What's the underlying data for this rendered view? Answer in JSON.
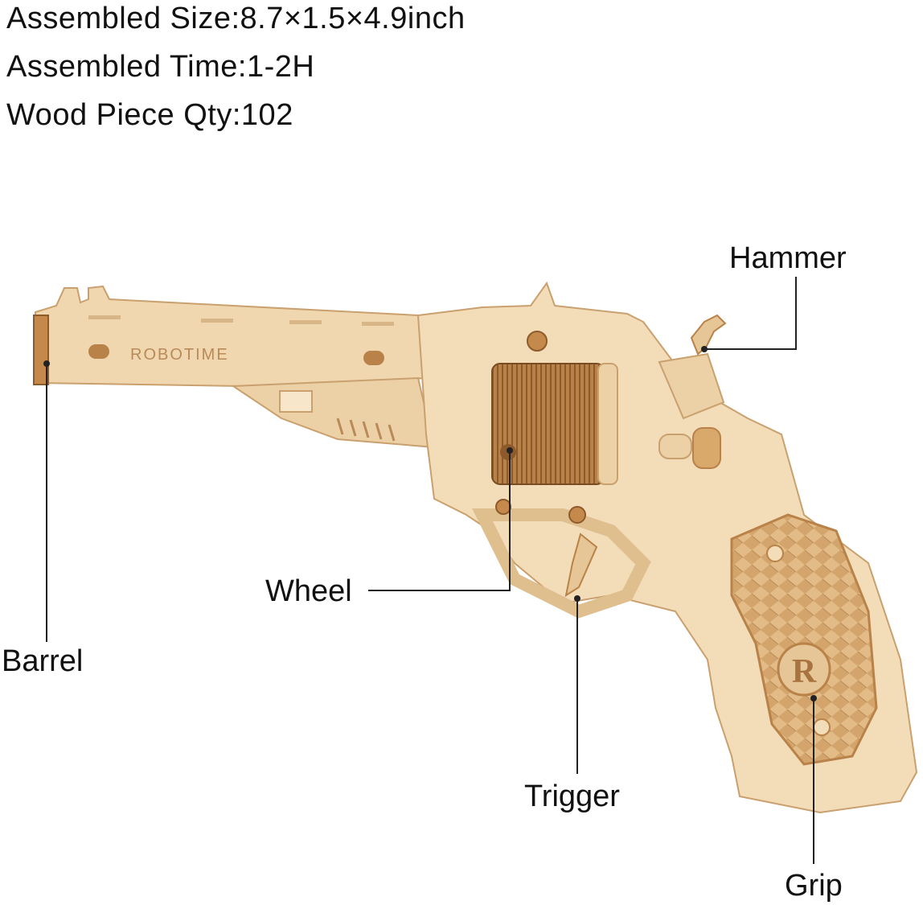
{
  "specs": {
    "size": "Assembled Size:8.7×1.5×4.9inch",
    "time": "Assembled Time:1-2H",
    "qty": "Wood Piece Qty:102"
  },
  "product": {
    "engraving": "ROBOTIME",
    "grip_logo": "R"
  },
  "callouts": {
    "hammer": "Hammer",
    "wheel": "Wheel",
    "barrel": "Barrel",
    "trigger": "Trigger",
    "grip": "Grip"
  },
  "colors": {
    "wood_light": "#f3dcb8",
    "wood_mid": "#e6c597",
    "wood_dark": "#a8733e",
    "engrave": "#b98a58",
    "line": "#222222"
  }
}
